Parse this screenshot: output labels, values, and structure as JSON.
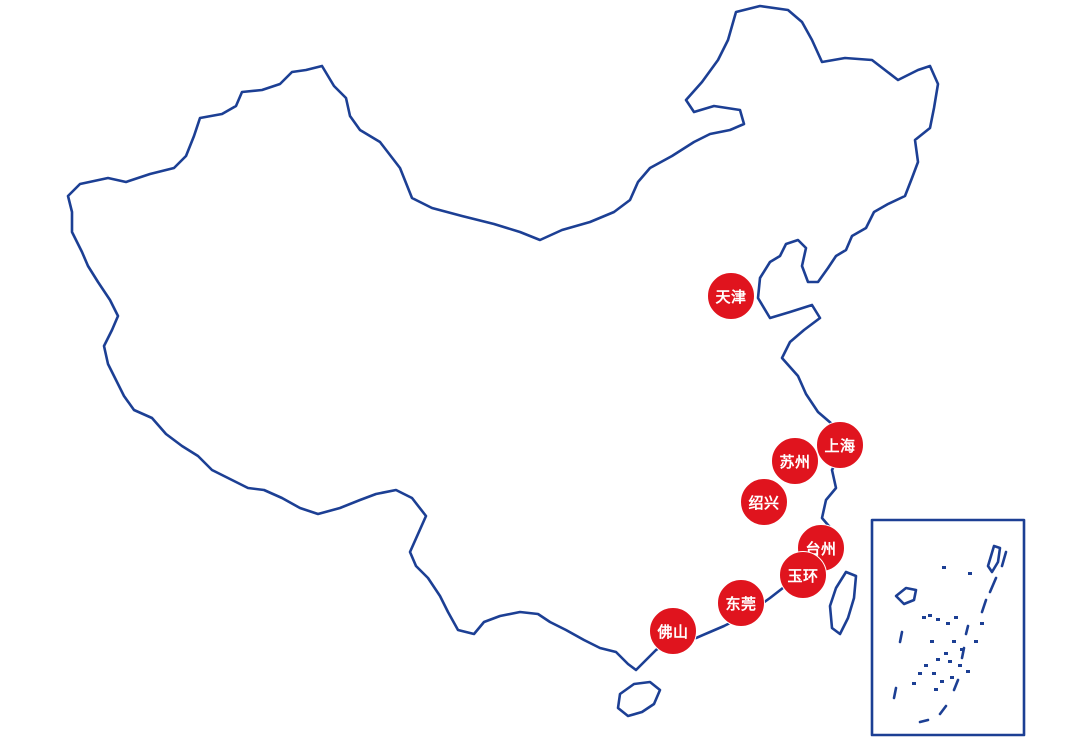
{
  "map": {
    "colors": {
      "outline": "#1c3f94",
      "marker": "#e0141e",
      "marker_text": "#ffffff",
      "background": "#ffffff"
    },
    "cities": [
      {
        "name": "天津"
      },
      {
        "name": "苏州"
      },
      {
        "name": "上海"
      },
      {
        "name": "绍兴"
      },
      {
        "name": "台州"
      },
      {
        "name": "玉环"
      },
      {
        "name": "东莞"
      },
      {
        "name": "佛山"
      }
    ]
  }
}
